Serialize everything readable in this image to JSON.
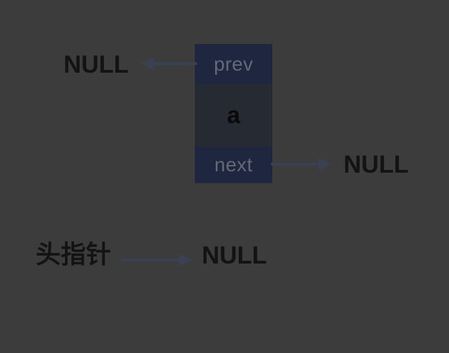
{
  "diagram": {
    "title": "doubly-linked-list-single-node",
    "background_color": "#3c3c3c",
    "node": {
      "prev_label": "prev",
      "data_label": "a",
      "next_label": "next",
      "cell_pointer_color": "#1e2640",
      "cell_data_color": "#252a33",
      "pointer_text_color": "#646a78",
      "data_text_color": "#0a0a0a"
    },
    "labels": {
      "null_prev": "NULL",
      "null_next": "NULL",
      "null_head": "NULL",
      "head_pointer": "头指针",
      "text_color": "#131313"
    },
    "arrows": {
      "color": "#3a4152",
      "prev_to_null": "arrow-left",
      "next_to_null": "arrow-right",
      "head_to_null": "arrow-right"
    }
  }
}
